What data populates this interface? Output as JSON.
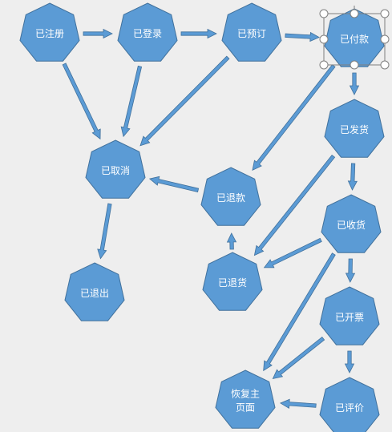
{
  "nodes": [
    {
      "id": "registered",
      "label": "已注册"
    },
    {
      "id": "logged_in",
      "label": "已登录"
    },
    {
      "id": "booked",
      "label": "已预订"
    },
    {
      "id": "paid",
      "label": "已付款"
    },
    {
      "id": "cancelled",
      "label": "已取消"
    },
    {
      "id": "shipped",
      "label": "已发货"
    },
    {
      "id": "refunded",
      "label": "已退款"
    },
    {
      "id": "logged_out",
      "label": "已退出"
    },
    {
      "id": "received",
      "label": "已收货"
    },
    {
      "id": "returned",
      "label": "已退货"
    },
    {
      "id": "invoiced",
      "label": "已开票"
    },
    {
      "id": "restore_home",
      "label": [
        "恢复主",
        "页面"
      ]
    },
    {
      "id": "reviewed",
      "label": "已评价"
    }
  ],
  "edges": [
    {
      "from": "registered",
      "to": "logged_in"
    },
    {
      "from": "logged_in",
      "to": "booked"
    },
    {
      "from": "booked",
      "to": "paid"
    },
    {
      "from": "registered",
      "to": "cancelled"
    },
    {
      "from": "logged_in",
      "to": "cancelled"
    },
    {
      "from": "booked",
      "to": "cancelled"
    },
    {
      "from": "paid",
      "to": "shipped"
    },
    {
      "from": "paid",
      "to": "refunded"
    },
    {
      "from": "refunded",
      "to": "cancelled"
    },
    {
      "from": "cancelled",
      "to": "logged_out"
    },
    {
      "from": "shipped",
      "to": "received"
    },
    {
      "from": "shipped",
      "to": "returned"
    },
    {
      "from": "returned",
      "to": "refunded"
    },
    {
      "from": "received",
      "to": "returned"
    },
    {
      "from": "received",
      "to": "invoiced"
    },
    {
      "from": "received",
      "to": "restore_home"
    },
    {
      "from": "invoiced",
      "to": "restore_home"
    },
    {
      "from": "invoiced",
      "to": "reviewed"
    },
    {
      "from": "reviewed",
      "to": "restore_home"
    }
  ],
  "selected_node": "paid"
}
